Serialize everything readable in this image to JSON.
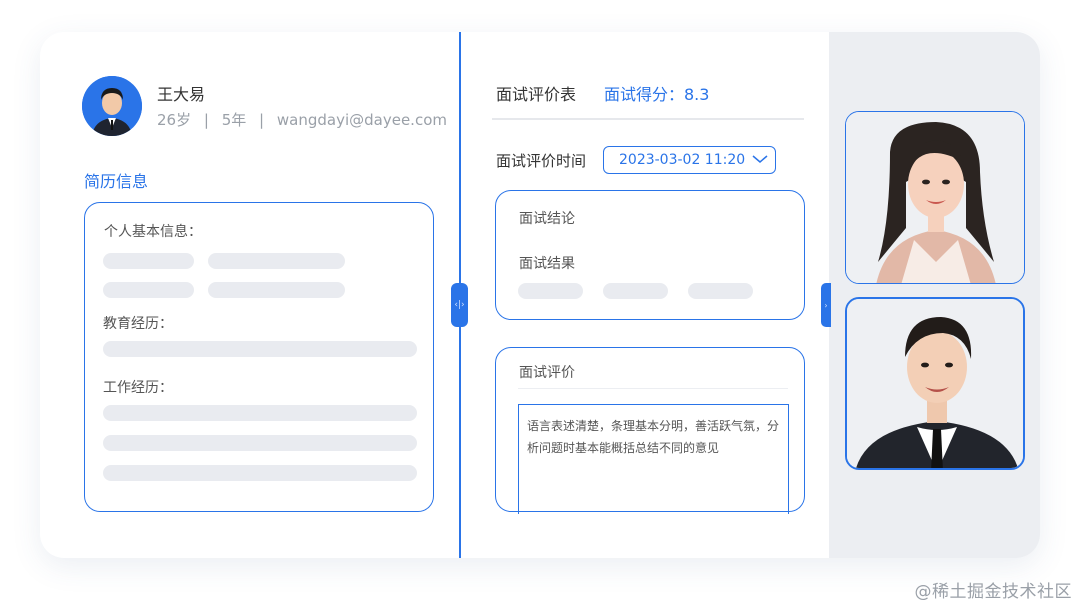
{
  "colors": {
    "accent": "#2a74e8",
    "panel": "#eceef2",
    "placeholder": "#e9ebf0"
  },
  "candidate": {
    "name": "王大易",
    "age": "26岁",
    "sep1": "|",
    "experience": "5年",
    "sep2": "|",
    "email": "wangdayi@dayee.com"
  },
  "resume": {
    "section_title": "简历信息",
    "personal_label": "个人基本信息：",
    "education_label": "教育经历：",
    "work_label": "工作经历："
  },
  "evaluation": {
    "form_title": "面试评价表",
    "score_label": "面试得分：8.3",
    "time_label": "面试评价时间",
    "time_value": "2023-03-02 11:20",
    "conclusion_label": "面试结论",
    "result_label": "面试结果",
    "comment_label": "面试评价",
    "comment_text": "语言表述清楚，条理基本分明，善活跃气氛，分析问题时基本能概括总结不同的意见"
  },
  "icons": {
    "avatar": "avatar-man",
    "toggle": "collapse-toggle-icon",
    "dropdown": "chevron-down-icon",
    "video_top": "video-woman",
    "video_bottom": "video-man"
  },
  "watermark": "@稀土掘金技术社区"
}
